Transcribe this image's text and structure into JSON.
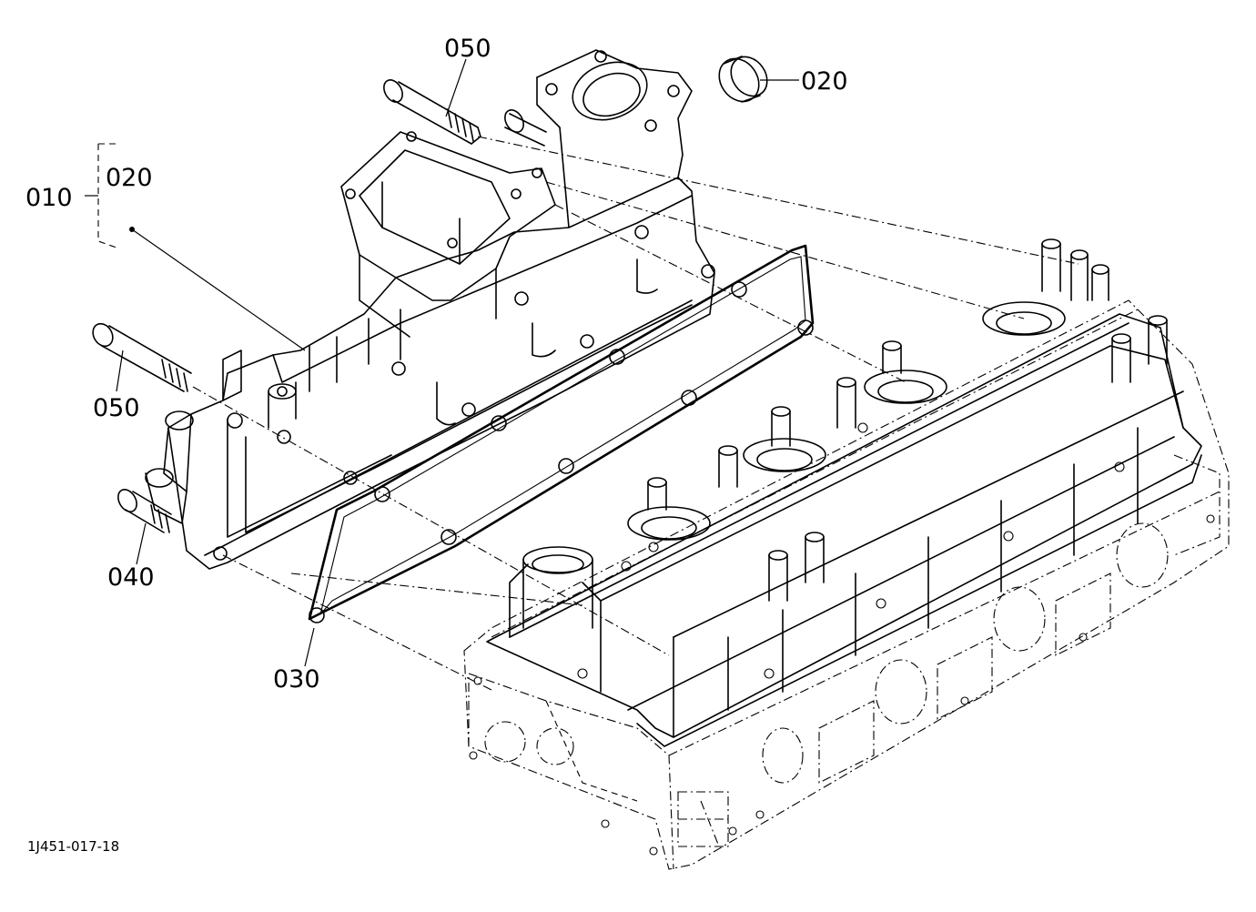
{
  "labels": {
    "thermostat_housing_cover_020": "020",
    "bolt_top_050": "050",
    "assembly_010": "010",
    "assembly_sub_020": "020",
    "bolt_left_050": "050",
    "bolt_040": "040",
    "gasket_030": "030"
  },
  "diagram_code": "1J451-017-18"
}
